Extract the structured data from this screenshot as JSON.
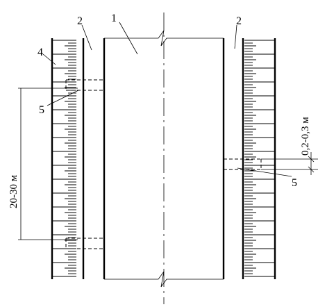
{
  "diagram": {
    "labels": {
      "l1": "1",
      "l2_left": "2",
      "l2_right": "2",
      "l4": "4",
      "l5_left": "5",
      "l5_right": "5"
    },
    "dimensions": {
      "spacing": "20-30 м",
      "width": "0,2-0,3 м"
    }
  }
}
